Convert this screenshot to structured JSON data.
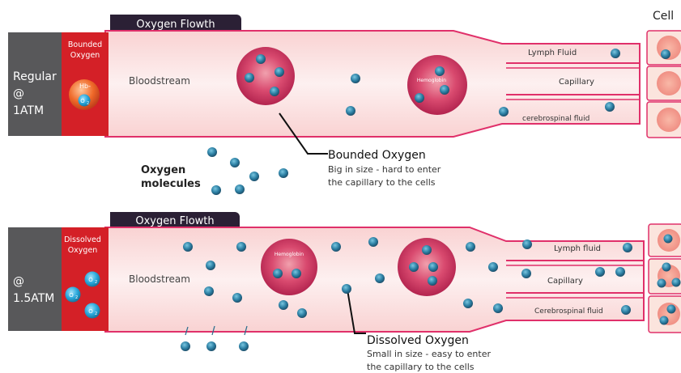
{
  "top_panel": {
    "header": "Oxygen Flowth",
    "left_label_lines": [
      "Regular",
      "@",
      "1ATM"
    ],
    "red_box_lines": [
      "Bounded",
      "Oxygen"
    ],
    "hb_label": "Hb-",
    "o2_label": "O",
    "o2_sub": "2",
    "bloodstream": "Bloodstream",
    "hemoglobin": "Hemoglobin",
    "lymph": "Lymph Fluid",
    "capillary": "Capillary",
    "csf": "cerebrospinal fluid",
    "cell_title": "Cell",
    "callout_title": "Bounded Oxygen",
    "callout_lines": [
      "Big in size - hard to enter",
      "the capillary to the cells"
    ],
    "oxygen_molecules_lines": [
      "Oxygen",
      "molecules"
    ]
  },
  "bottom_panel": {
    "header": "Oxygen Flowth",
    "left_label_lines": [
      "@",
      "1.5ATM"
    ],
    "red_box_lines": [
      "Dissolved",
      "Oxygen"
    ],
    "o2_label": "O",
    "o2_sub": "2",
    "bloodstream": "Bloodstream",
    "hemoglobin": "Hemoglobin",
    "lymph": "Lymph fluid",
    "capillary": "Capillary",
    "csf": "Cerebrospinal fluid",
    "callout_title": "Dissolved Oxygen",
    "callout_lines": [
      "Small in size - easy to enter",
      "the capillary to the cells"
    ]
  },
  "colors": {
    "tube": "#fbe3e3",
    "tube_border": "#e0306a",
    "header": "#2b2035",
    "gray": "#58585a",
    "red_box": "#d42027",
    "molecule": "#2e6f8e",
    "hemoglobin": "#d8406a",
    "cell": "#f3b6a8"
  }
}
